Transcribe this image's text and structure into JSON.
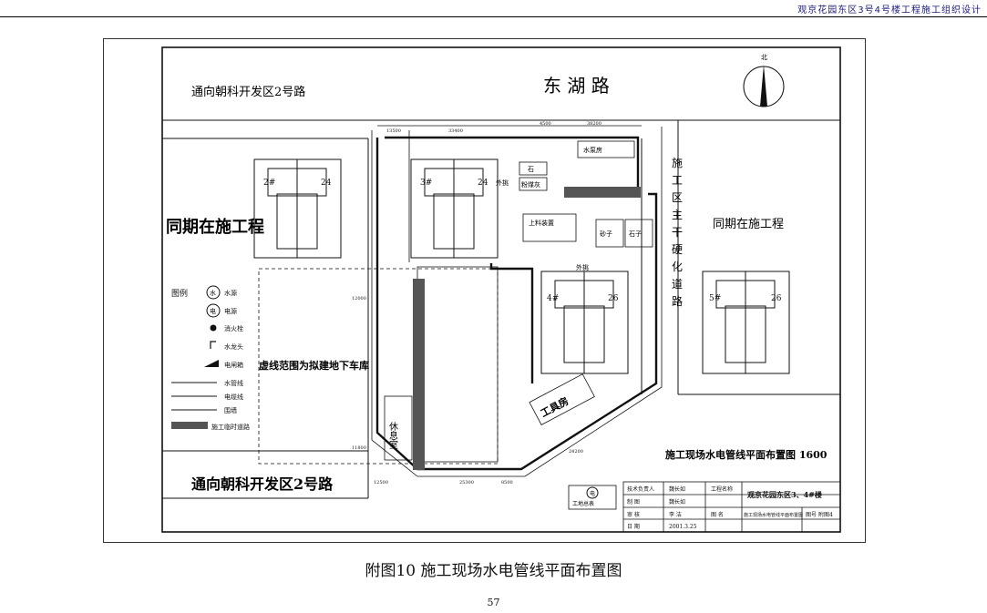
{
  "header": {
    "title": "观京花园东区3号4号楼工程施工组织设计"
  },
  "plan": {
    "road_top_left": "通向朝科开发区2号路",
    "road_top_right": "东  湖  路",
    "road_bottom": "通向朝科开发区2号路",
    "left_site": "同期在施工程",
    "right_site": "同期在施工程",
    "vertical_road": "施工区主干硬化道路",
    "garage_note": "虚线范围为拟建地下车库",
    "north": "北",
    "buildings": [
      {
        "tag": "2#",
        "num": "24"
      },
      {
        "tag": "3#",
        "num": "24"
      },
      {
        "tag": "4#",
        "num": "26"
      },
      {
        "tag": "5#",
        "num": "26"
      }
    ],
    "facilities": {
      "water_room": "水泵房",
      "sand1": "石",
      "sand2": "粉煤灰",
      "mixer": "上料装置",
      "sand3": "砂子",
      "stone": "石子",
      "rest": "休息室",
      "tool": "工具房",
      "outer_a": "外挑",
      "outer_b": "外挑",
      "meter": "电"
    },
    "dims": {
      "d1": "13500",
      "d2": "33400",
      "d3": "4500",
      "d4": "38200",
      "d5": "12500",
      "d6": "25300",
      "d7": "24200",
      "d8": "8500",
      "d9": "12000",
      "d10": "11800"
    },
    "legend": {
      "title": "图例",
      "water": "水源",
      "power": "电源",
      "hydrant": "消火栓",
      "tap": "水龙头",
      "box": "电闸箱",
      "wpipe": "水管线",
      "ecable": "电缆线",
      "wall": "围墙",
      "road": "施工临时道路",
      "sym_water": "水",
      "sym_power": "电"
    },
    "meter_label": "工地总表",
    "drawing_title": "施工现场水电管线平面布置图 1600"
  },
  "titleblock": {
    "r1": [
      "技术负责人",
      "魏长如",
      "工程名称",
      "观京花园东区3、4#楼"
    ],
    "r2": [
      "制  图",
      "魏长如"
    ],
    "r3": [
      "审  核",
      "李  洁",
      "图  名",
      "施工现场水电管线平面布置图",
      "图号",
      "附图4"
    ],
    "r4": [
      "日  期",
      "2001.3.25"
    ]
  },
  "caption": "附图10    施工现场水电管线平面布置图",
  "page_number": "57"
}
